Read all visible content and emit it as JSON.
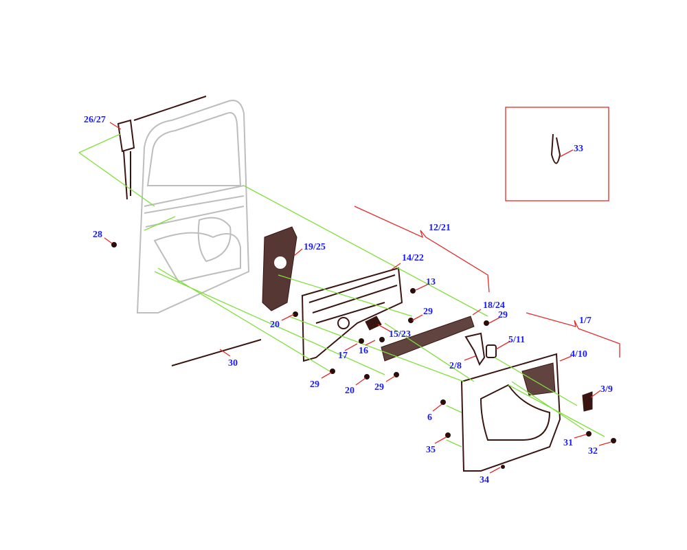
{
  "diagram": {
    "labels": {
      "l26_27": "26/27",
      "l28": "28",
      "l19_25": "19/25",
      "l14_22": "14/22",
      "l13": "13",
      "l12_21": "12/21",
      "l18_24": "18/24",
      "l29a": "29",
      "l29b": "29",
      "l20a": "20",
      "l15_23": "15/23",
      "l16": "16",
      "l17": "17",
      "l30": "30",
      "l2_8": "2/8",
      "l5_11": "5/11",
      "l1_7": "1/7",
      "l4_10": "4/10",
      "l3_9": "3/9",
      "l29c": "29",
      "l20b": "20",
      "l29d": "29",
      "l6": "6",
      "l35": "35",
      "l34": "34",
      "l31": "31",
      "l32": "32",
      "l33": "33"
    },
    "colors": {
      "label": "#1a1aff",
      "leader": "#e52a2a",
      "assembly_line": "#7ee03a",
      "part": "#3a1410",
      "door": "#bdbdbd"
    }
  }
}
